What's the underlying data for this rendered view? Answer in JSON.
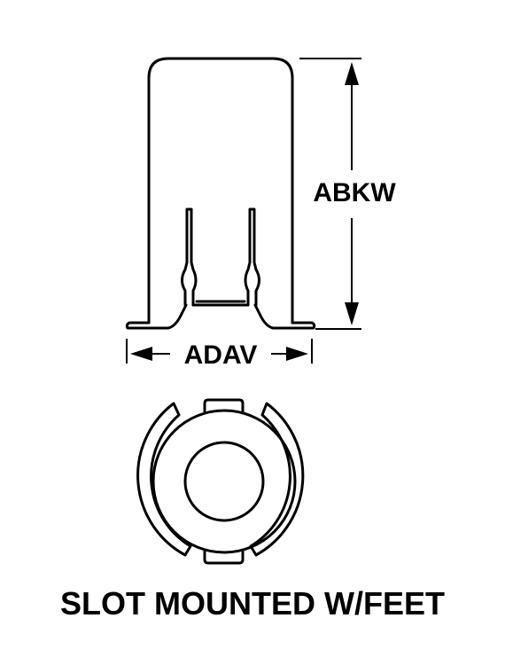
{
  "dimensions": {
    "height_label": "ABKW",
    "width_label": "ADAV"
  },
  "caption": "SLOT MOUNTED W/FEET"
}
